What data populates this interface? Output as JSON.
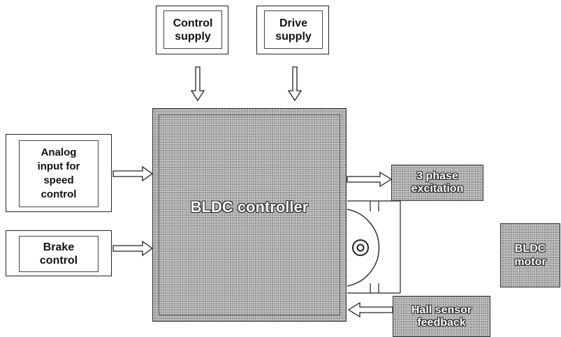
{
  "boxes": {
    "control_supply": {
      "line1": "Control",
      "line2": "supply"
    },
    "drive_supply": {
      "line1": "Drive",
      "line2": "supply"
    },
    "analog_input": {
      "line1": "Analog",
      "line2": "input for",
      "line3": "speed",
      "line4": "control"
    },
    "brake_control": {
      "line1": "Brake",
      "line2": "control"
    },
    "controller": {
      "label": "BLDC controller"
    },
    "three_phase": {
      "line1": "3 phase",
      "line2": "excitation"
    },
    "hall_sensor": {
      "line1": "Hall sensor",
      "line2": "feedback"
    },
    "motor": {
      "line1": "BLDC",
      "line2": "motor"
    }
  },
  "colors": {
    "box_grey": "#a9a9a9",
    "line": "#222222",
    "background": "#ffffff"
  }
}
